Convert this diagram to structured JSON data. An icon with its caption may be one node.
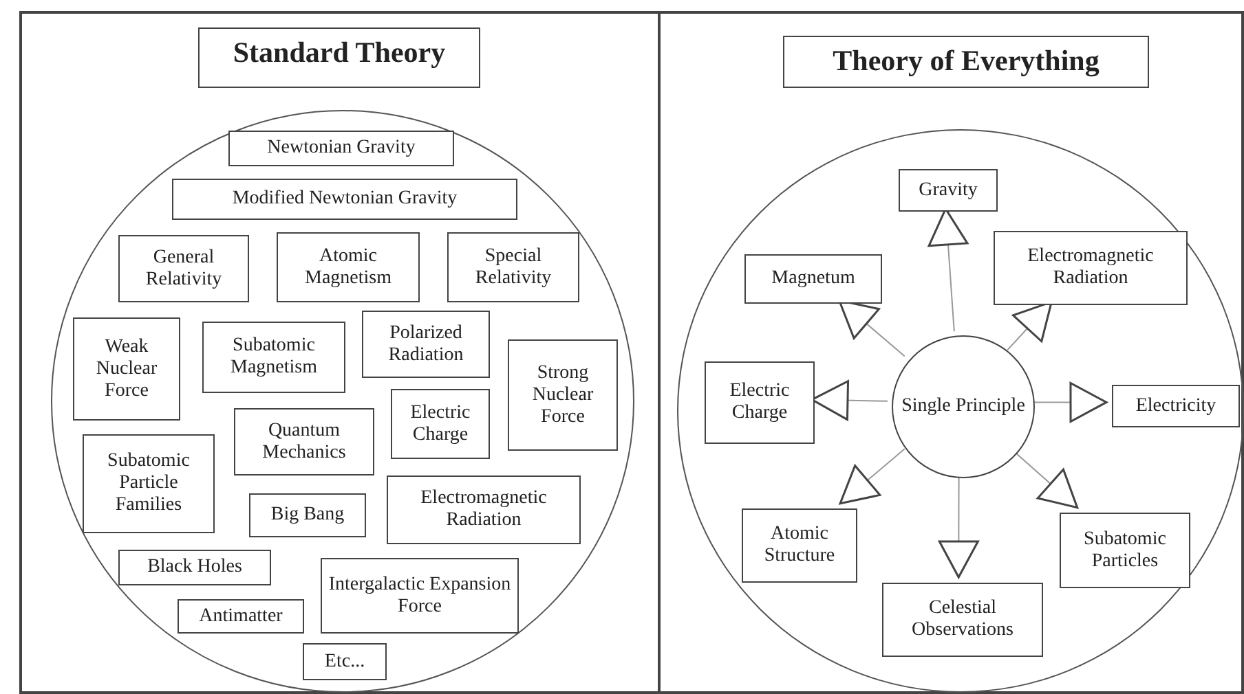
{
  "diagram": {
    "nodes": [
      {
        "text": [
          "Standard Theory"
        ]
      },
      {
        "text": [],
        "shape": "circle",
        "in": 0
      },
      {
        "text": [
          "Newtonian Gravity"
        ],
        "in": 1
      },
      {
        "text": [
          "Modified Newtonian Gravity"
        ],
        "in": 1
      },
      {
        "text": [
          "General Relativity"
        ],
        "in": 1
      },
      {
        "text": [
          "Atomic Magnetism"
        ],
        "in": 1
      },
      {
        "text": [
          "Special Relativity"
        ],
        "in": 1
      },
      {
        "text": [
          "Weak Nuclear Force"
        ],
        "in": 1
      },
      {
        "text": [
          "Subatomic Magnetism"
        ],
        "in": 1
      },
      {
        "text": [
          "Polarized Radiation"
        ],
        "in": 1
      },
      {
        "text": [
          "Strong Nuclear Force"
        ],
        "in": 1
      },
      {
        "text": [
          "Electric Charge"
        ],
        "in": 1
      },
      {
        "text": [
          "Quantum Mechanics"
        ],
        "in": 1
      },
      {
        "text": [
          "Subatomic Particle Families"
        ],
        "in": 1
      },
      {
        "text": [
          "Big Bang"
        ],
        "in": 1
      },
      {
        "text": [
          "Electromagnetic Radiation"
        ],
        "in": 1
      },
      {
        "text": [
          "Black Holes"
        ],
        "in": 1
      },
      {
        "text": [
          "Intergalactic Expansion Force"
        ],
        "in": 1
      },
      {
        "text": [
          "Antimatter"
        ],
        "in": 1
      },
      {
        "text": [
          "Etc..."
        ],
        "in": 1
      },
      {
        "text": [
          "Theory of Everything"
        ]
      },
      {
        "text": [],
        "shape": "circle",
        "in": 20
      },
      {
        "text": [
          "Single Principle"
        ],
        "in": 21
      },
      {
        "text": [
          "Gravity"
        ],
        "in": 21
      },
      {
        "text": [
          "Magnetum"
        ],
        "in": 21
      },
      {
        "text": [
          "Electromagnetic Radiation"
        ],
        "in": 21
      },
      {
        "text": [
          "Electric Charge"
        ],
        "in": 21
      },
      {
        "text": [
          "Electricity"
        ],
        "in": 21
      },
      {
        "text": [
          "Atomic Structure"
        ],
        "in": 21
      },
      {
        "text": [
          "Subatomic Particles"
        ],
        "in": 21
      },
      {
        "text": [
          "Celestial Observations"
        ],
        "in": 21
      }
    ],
    "edges": [
      {
        "from": 22,
        "to": 23,
        "arrow": "to"
      },
      {
        "from": 22,
        "to": 24,
        "arrow": "to"
      },
      {
        "from": 22,
        "to": 25,
        "arrow": "to"
      },
      {
        "from": 22,
        "to": 26,
        "arrow": "to"
      },
      {
        "from": 22,
        "to": 27,
        "arrow": "to"
      },
      {
        "from": 22,
        "to": 28,
        "arrow": "to"
      },
      {
        "from": 22,
        "to": 29,
        "arrow": "to"
      },
      {
        "from": 22,
        "to": 30,
        "arrow": "to"
      }
    ]
  }
}
